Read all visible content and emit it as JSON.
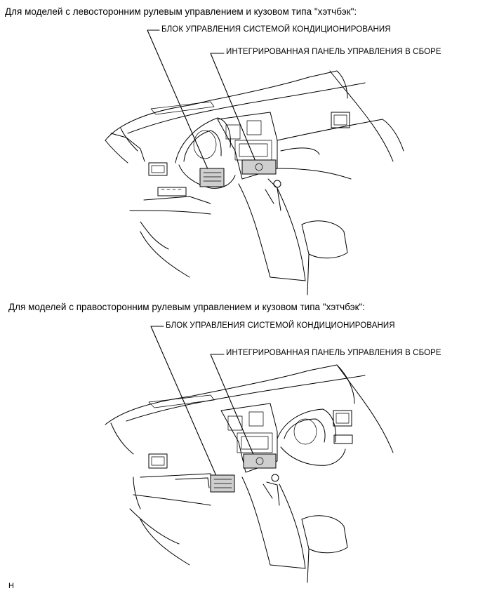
{
  "figures": [
    {
      "heading": "Для моделей с левосторонним рулевым управлением и кузовом типа \"хэтчбэк\":",
      "callouts": {
        "ac_block": "БЛОК УПРАВЛЕНИЯ СИСТЕМОЙ КОНДИЦИОНИРОВАНИЯ",
        "panel": "ИНТЕГРИРОВАННАЯ ПАНЕЛЬ УПРАВЛЕНИЯ В СБОРЕ"
      }
    },
    {
      "heading": "Для моделей с правосторонним рулевым управлением и кузовом типа \"хэтчбэк\":",
      "callouts": {
        "ac_block": "БЛОК УПРАВЛЕНИЯ СИСТЕМОЙ КОНДИЦИОНИРОВАНИЯ",
        "panel": "ИНТЕГРИРОВАННАЯ ПАНЕЛЬ УПРАВЛЕНИЯ В СБОРЕ"
      }
    }
  ],
  "footer_code": "H"
}
